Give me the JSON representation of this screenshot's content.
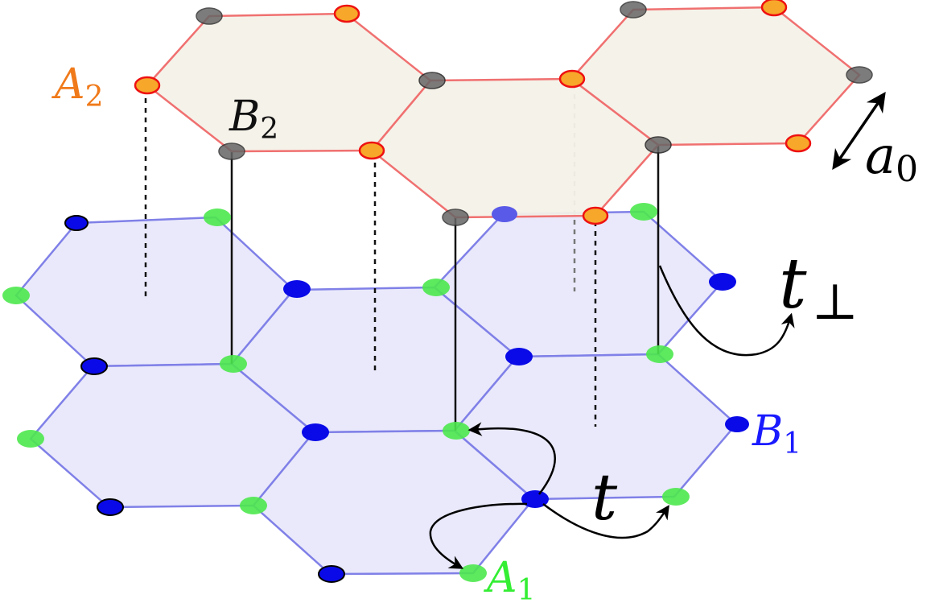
{
  "diagram": {
    "labels": {
      "a2": {
        "base": "A",
        "sub": "2",
        "color": "#f07a1a"
      },
      "b2": {
        "base": "B",
        "sub": "2",
        "color": "#111111"
      },
      "b1": {
        "base": "B",
        "sub": "1",
        "color": "#1a1aff"
      },
      "a1": {
        "base": "A",
        "sub": "1",
        "color": "#33ee33"
      },
      "t": {
        "base": "t"
      },
      "tperp": {
        "base": "t",
        "sub": "⊥"
      },
      "a0": {
        "base": "a",
        "sub": "0"
      }
    },
    "colors": {
      "top_fill": "#f4f1e8",
      "top_edge": "#f07070",
      "bottom_fill": "#e9e9fb",
      "bottom_edge": "#8080e8",
      "site_A2_fill": "#f7a72a",
      "site_A2_stroke": "#ee1111",
      "site_B2_fill": "#666666",
      "site_B1_fill": "#0a0ae8",
      "site_A1_fill": "#4de84d"
    }
  }
}
